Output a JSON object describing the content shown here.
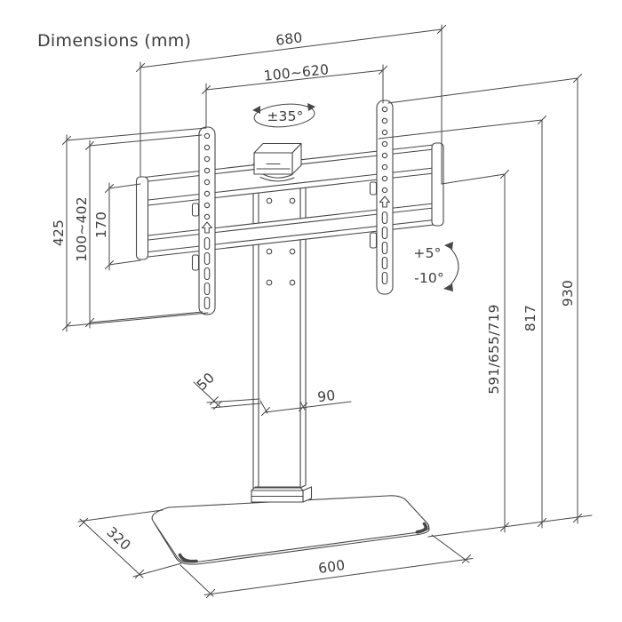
{
  "title": "Dimensions (mm)",
  "labels": {
    "overall_width": "680",
    "vesa_width_range": "100~620",
    "swivel_range": "±35°",
    "bracket_height": "425",
    "vesa_height_range": "100~402",
    "rail_height": "170",
    "tilt_up": "+5°",
    "tilt_down": "-10°",
    "screen_heights": "591/655/719",
    "column_top_height": "817",
    "total_height": "930",
    "column_depth": "50",
    "column_width": "90",
    "base_depth": "320",
    "base_width": "600"
  },
  "colors": {
    "line": "#474747",
    "text": "#3d3d3d",
    "background": "#ffffff"
  }
}
